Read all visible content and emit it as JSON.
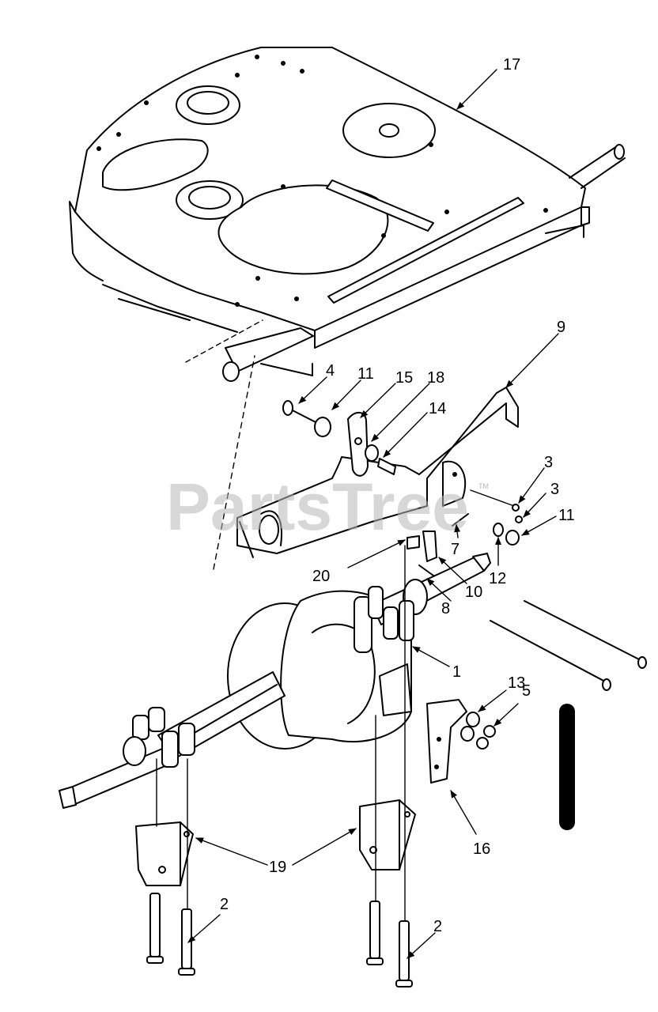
{
  "watermark": {
    "text": "PartsTree",
    "trademark": "TM"
  },
  "callouts": [
    {
      "id": "c17",
      "label": "17"
    },
    {
      "id": "c9",
      "label": "9"
    },
    {
      "id": "c4",
      "label": "4"
    },
    {
      "id": "c11a",
      "label": "11"
    },
    {
      "id": "c15",
      "label": "15"
    },
    {
      "id": "c18",
      "label": "18"
    },
    {
      "id": "c14",
      "label": "14"
    },
    {
      "id": "c3a",
      "label": "3"
    },
    {
      "id": "c3b",
      "label": "3"
    },
    {
      "id": "c11b",
      "label": "11"
    },
    {
      "id": "c7",
      "label": "7"
    },
    {
      "id": "c12",
      "label": "12"
    },
    {
      "id": "c20",
      "label": "20"
    },
    {
      "id": "c10",
      "label": "10"
    },
    {
      "id": "c8",
      "label": "8"
    },
    {
      "id": "c1",
      "label": "1"
    },
    {
      "id": "c13",
      "label": "13"
    },
    {
      "id": "c5",
      "label": "5"
    },
    {
      "id": "c16",
      "label": "16"
    },
    {
      "id": "c19",
      "label": "19"
    },
    {
      "id": "c2a",
      "label": "2"
    },
    {
      "id": "c2b",
      "label": "2"
    }
  ]
}
